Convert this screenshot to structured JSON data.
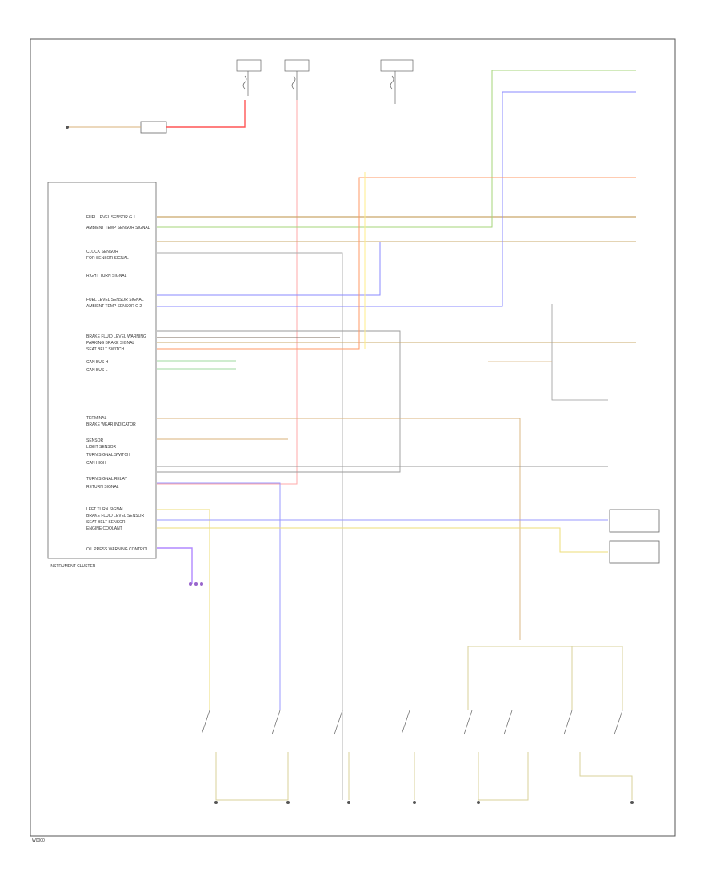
{
  "diagram": {
    "title": "",
    "footer_code": "W0000",
    "cluster_label": "INSTRUMENT CLUSTER",
    "cluster_signals": [
      "FUEL LEVEL SENSOR G 1",
      "AMBIENT TEMP SENSOR SIGNAL",
      "CLOCK SENSOR",
      "FOR SENSOR SIGNAL",
      "RIGHT TURN SIGNAL",
      "FUEL LEVEL SENSOR SIGNAL",
      "AMBIENT TEMP SENSOR G 2",
      "BRAKE FLUID LEVEL WARNING",
      "PARKING BRAKE SIGNAL",
      "SEAT BELT SWITCH",
      "CAN BUS H",
      "CAN BUS L",
      "TERMINAL",
      "BRAKE WEAR INDICATOR",
      "SENSOR",
      "LIGHT SENSOR",
      "TURN SIGNAL SWITCH",
      "CAN HIGH",
      "TURN SIGNAL RELAY",
      "RETURN SIGNAL",
      "LEFT TURN SIGNAL",
      "BRAKE FLUID LEVEL SENSOR",
      "SEAT BELT SENSOR",
      "ENGINE COOLANT",
      "OIL PRESS WARNING CONTROL"
    ]
  }
}
